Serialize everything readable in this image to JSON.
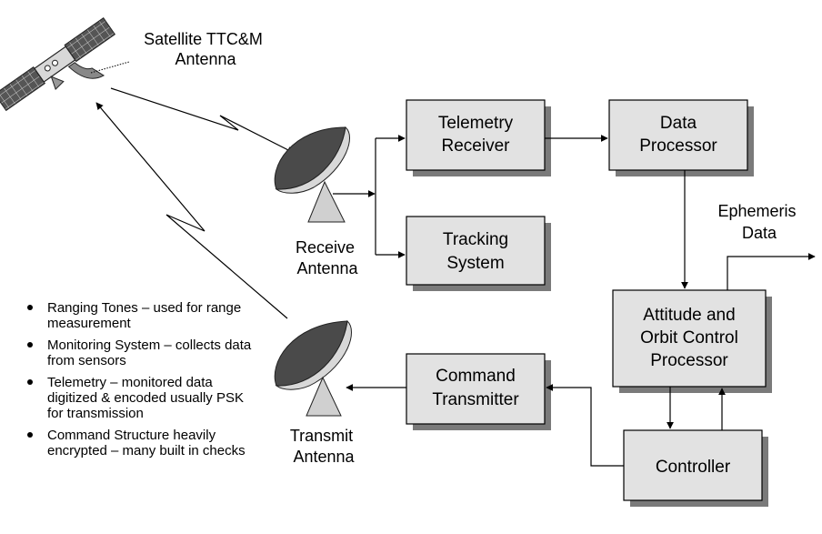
{
  "labels": {
    "satellite_antenna": [
      "Satellite TTC&M",
      "Antenna"
    ],
    "receive_antenna": [
      "Receive",
      "Antenna"
    ],
    "transmit_antenna": [
      "Transmit",
      "Antenna"
    ],
    "ephemeris": [
      "Ephemeris",
      "Data"
    ]
  },
  "boxes": {
    "telemetry_receiver": [
      "Telemetry",
      "Receiver"
    ],
    "tracking_system": [
      "Tracking",
      "System"
    ],
    "data_processor": [
      "Data",
      "Processor"
    ],
    "aocp": [
      "Attitude and",
      "Orbit Control",
      "Processor"
    ],
    "command_transmitter": [
      "Command",
      "Transmitter"
    ],
    "controller": [
      "Controller"
    ]
  },
  "notes": [
    "Ranging Tones – used for range measurement",
    "Monitoring System – collects data from sensors",
    "Telemetry – monitored data digitized & encoded usually PSK for transmission",
    "Command Structure heavily encrypted – many built in checks"
  ],
  "colors": {
    "box_fill": "#e2e2e2",
    "box_shadow": "#7a7a7a",
    "dish_dark": "#444444",
    "panel": "#555555"
  }
}
